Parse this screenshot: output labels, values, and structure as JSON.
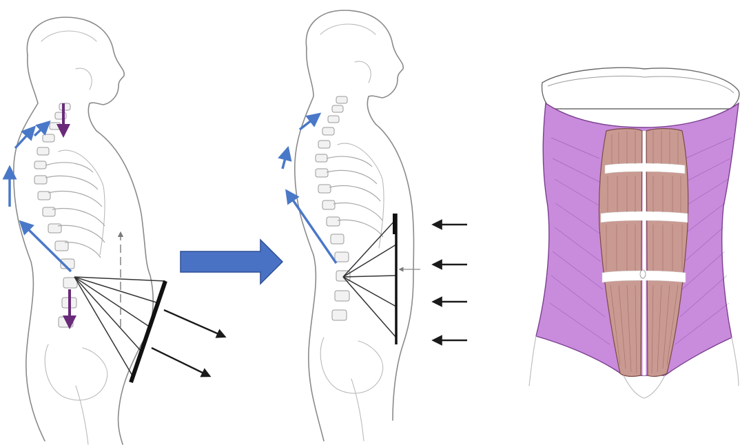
{
  "scene": {
    "panels": [
      {
        "name": "posture-before",
        "description_icon": "body-profile-posture-icon"
      },
      {
        "name": "posture-after",
        "description_icon": "body-profile-posture-icon"
      },
      {
        "name": "abdominal-muscles",
        "description_icon": "abdominal-muscle-anatomy-icon"
      }
    ],
    "colors": {
      "blue_arrow": "#4a78c8",
      "purple_arrow": "#6a2a7a",
      "transition_arrow": "#4a72c4",
      "oblique_muscle": "#c98bdc",
      "rectus_muscle": "#c99a92",
      "black_arrow": "#1a1a1a"
    }
  }
}
